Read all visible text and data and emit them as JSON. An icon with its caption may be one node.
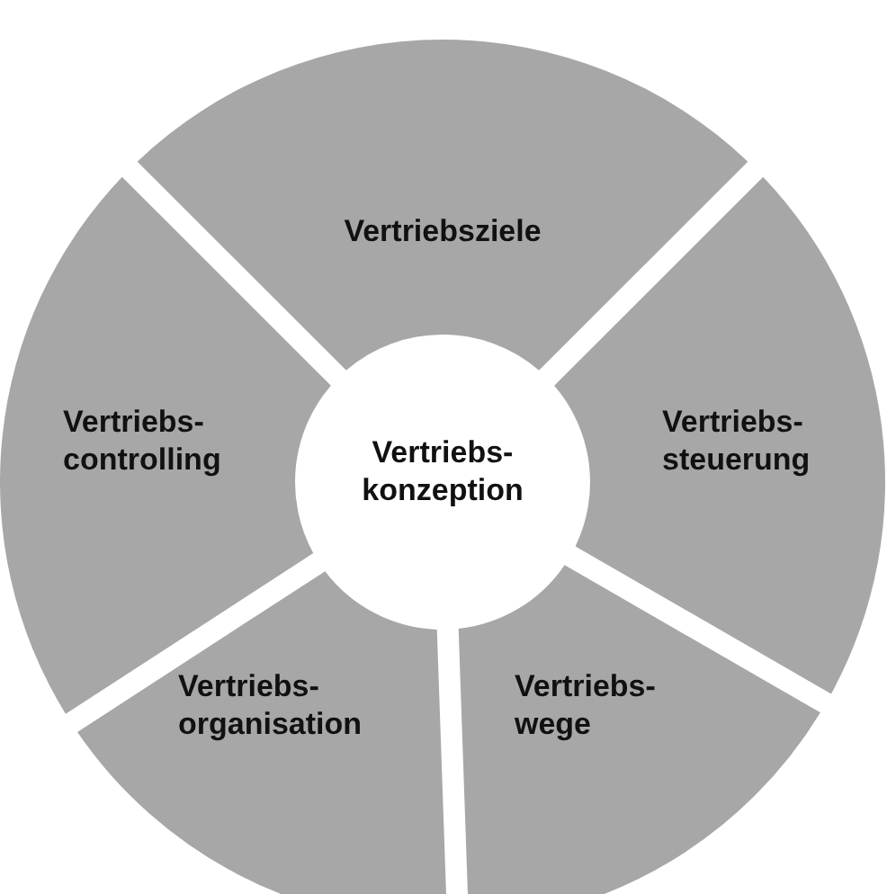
{
  "diagram": {
    "nodes": [
      {
        "text": [
          "Vertriebsziele"
        ]
      },
      {
        "text": [
          "Vertriebs- controlling"
        ]
      },
      {
        "text": [
          "Vertriebs- konzeption"
        ]
      },
      {
        "text": [
          "Vertriebs- steuerung"
        ]
      },
      {
        "text": [
          "Vertriebs- organisation"
        ]
      },
      {
        "text": [
          "Vertriebs- wege"
        ]
      }
    ],
    "edges": []
  }
}
